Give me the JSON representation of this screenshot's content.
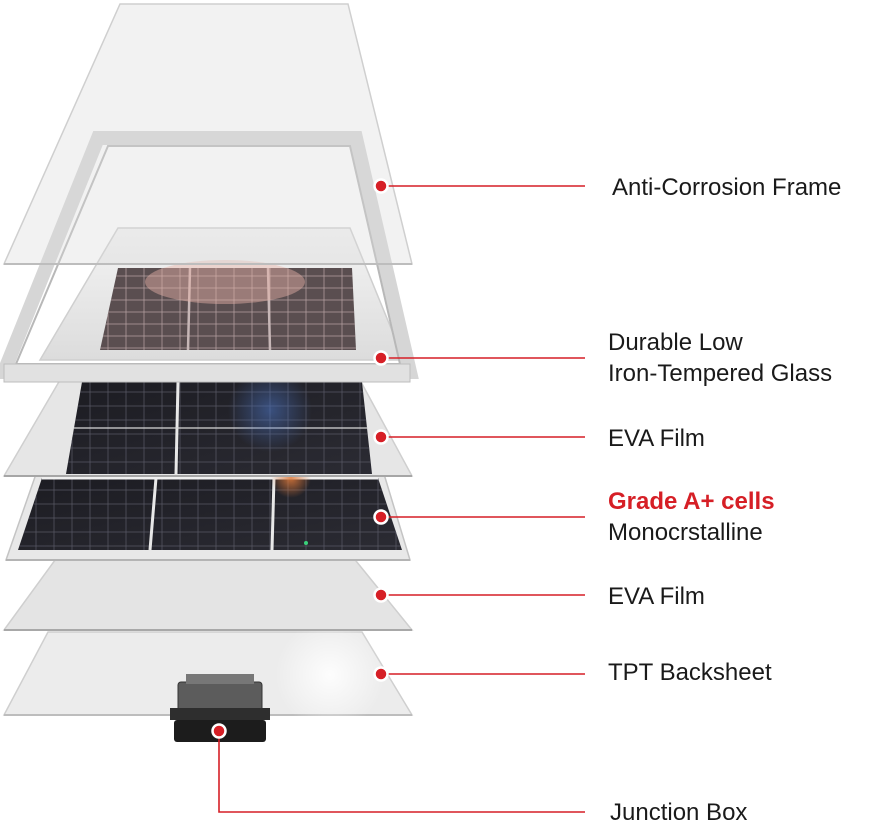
{
  "accent_color": "#d61f26",
  "layers": [
    {
      "key": "frame",
      "lines": [
        "Anti-Corrosion Frame"
      ]
    },
    {
      "key": "glass",
      "lines": [
        "Durable Low",
        "Iron-Tempered Glass"
      ]
    },
    {
      "key": "eva-top",
      "lines": [
        "EVA Film"
      ]
    },
    {
      "key": "cells",
      "highlight": "Grade A+ cells",
      "lines": [
        "Monocrstalline"
      ]
    },
    {
      "key": "eva-bottom",
      "lines": [
        "EVA Film"
      ]
    },
    {
      "key": "backsheet",
      "lines": [
        "TPT Backsheet"
      ]
    },
    {
      "key": "junction-box",
      "lines": [
        "Junction Box"
      ]
    }
  ]
}
